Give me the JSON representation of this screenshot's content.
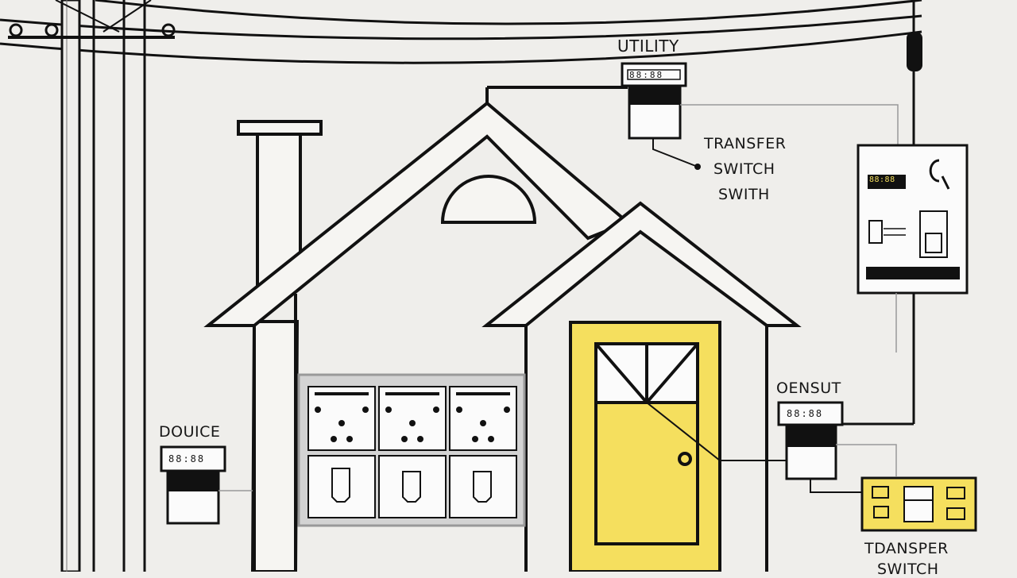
{
  "labels": {
    "utility": "UTILITY",
    "transfer_switch_lines": [
      "TRANSFER",
      "SWITCH",
      "SWITH"
    ],
    "douice": "DOUICE",
    "oensut": "OENSUT",
    "tdansper_lines": [
      "TDANSPER",
      "SWITCH"
    ]
  },
  "panel_display": "88:88",
  "colors": {
    "background": "#efeeeb",
    "line": "#111111",
    "accent_yellow": "#f5df5e",
    "panel_grey": "#d3d3d3"
  }
}
